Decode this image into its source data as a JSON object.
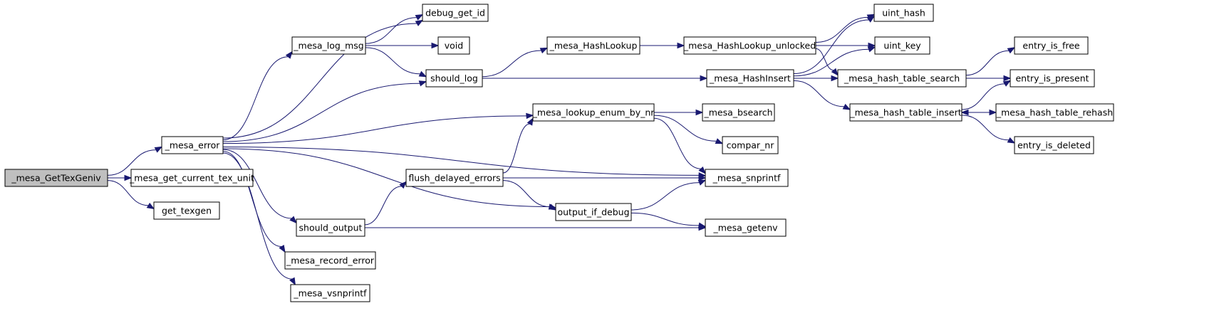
{
  "graph": {
    "colors": {
      "edge": "#191970",
      "root_fill": "#bfbfbf",
      "node_fill": "#ffffff",
      "node_stroke": "#000000"
    },
    "nodes": [
      {
        "id": "mesa_GetTexGeniv",
        "label": "_mesa_GetTexGeniv",
        "root": true
      },
      {
        "id": "mesa_error",
        "label": "_mesa_error"
      },
      {
        "id": "mesa_get_current_tex_unit",
        "label": "_mesa_get_current_tex_unit"
      },
      {
        "id": "get_texgen",
        "label": "get_texgen"
      },
      {
        "id": "debug_get_id",
        "label": "debug_get_id"
      },
      {
        "id": "mesa_log_msg",
        "label": "_mesa_log_msg"
      },
      {
        "id": "void",
        "label": "void"
      },
      {
        "id": "should_log",
        "label": "should_log"
      },
      {
        "id": "should_output",
        "label": "should_output"
      },
      {
        "id": "mesa_record_error",
        "label": "_mesa_record_error"
      },
      {
        "id": "mesa_vsnprintf",
        "label": "_mesa_vsnprintf"
      },
      {
        "id": "flush_delayed_errors",
        "label": "flush_delayed_errors"
      },
      {
        "id": "mesa_HashLookup",
        "label": "_mesa_HashLookup"
      },
      {
        "id": "mesa_lookup_enum_by_nr",
        "label": "_mesa_lookup_enum_by_nr"
      },
      {
        "id": "output_if_debug",
        "label": "output_if_debug"
      },
      {
        "id": "mesa_HashLookup_unlocked",
        "label": "_mesa_HashLookup_unlocked"
      },
      {
        "id": "mesa_HashInsert",
        "label": "_mesa_HashInsert"
      },
      {
        "id": "mesa_bsearch",
        "label": "_mesa_bsearch"
      },
      {
        "id": "compar_nr",
        "label": "compar_nr"
      },
      {
        "id": "mesa_snprintf",
        "label": "_mesa_snprintf"
      },
      {
        "id": "mesa_getenv",
        "label": "_mesa_getenv"
      },
      {
        "id": "uint_hash",
        "label": "uint_hash"
      },
      {
        "id": "uint_key",
        "label": "uint_key"
      },
      {
        "id": "mesa_hash_table_search",
        "label": "_mesa_hash_table_search"
      },
      {
        "id": "mesa_hash_table_insert",
        "label": "_mesa_hash_table_insert"
      },
      {
        "id": "entry_is_free",
        "label": "entry_is_free"
      },
      {
        "id": "entry_is_present",
        "label": "entry_is_present"
      },
      {
        "id": "mesa_hash_table_rehash",
        "label": "_mesa_hash_table_rehash"
      },
      {
        "id": "entry_is_deleted",
        "label": "entry_is_deleted"
      }
    ],
    "edges": [
      [
        "mesa_GetTexGeniv",
        "mesa_error"
      ],
      [
        "mesa_GetTexGeniv",
        "mesa_get_current_tex_unit"
      ],
      [
        "mesa_GetTexGeniv",
        "get_texgen"
      ],
      [
        "mesa_error",
        "debug_get_id"
      ],
      [
        "mesa_error",
        "mesa_log_msg"
      ],
      [
        "mesa_error",
        "should_log"
      ],
      [
        "mesa_error",
        "mesa_lookup_enum_by_nr"
      ],
      [
        "mesa_error",
        "mesa_snprintf"
      ],
      [
        "mesa_error",
        "output_if_debug"
      ],
      [
        "mesa_error",
        "should_output"
      ],
      [
        "mesa_error",
        "mesa_record_error"
      ],
      [
        "mesa_error",
        "mesa_vsnprintf"
      ],
      [
        "mesa_log_msg",
        "debug_get_id"
      ],
      [
        "mesa_log_msg",
        "void"
      ],
      [
        "mesa_log_msg",
        "should_log"
      ],
      [
        "should_log",
        "mesa_HashLookup"
      ],
      [
        "should_log",
        "mesa_HashInsert"
      ],
      [
        "mesa_HashLookup",
        "mesa_HashLookup_unlocked"
      ],
      [
        "mesa_HashLookup_unlocked",
        "uint_hash"
      ],
      [
        "mesa_HashLookup_unlocked",
        "uint_key"
      ],
      [
        "mesa_HashLookup_unlocked",
        "mesa_hash_table_search"
      ],
      [
        "mesa_HashInsert",
        "uint_hash"
      ],
      [
        "mesa_HashInsert",
        "uint_key"
      ],
      [
        "mesa_HashInsert",
        "mesa_hash_table_search"
      ],
      [
        "mesa_HashInsert",
        "mesa_hash_table_insert"
      ],
      [
        "mesa_hash_table_search",
        "entry_is_free"
      ],
      [
        "mesa_hash_table_search",
        "entry_is_present"
      ],
      [
        "mesa_hash_table_insert",
        "entry_is_present"
      ],
      [
        "mesa_hash_table_insert",
        "mesa_hash_table_rehash"
      ],
      [
        "mesa_hash_table_insert",
        "entry_is_deleted"
      ],
      [
        "mesa_hash_table_rehash",
        "mesa_hash_table_insert"
      ],
      [
        "mesa_lookup_enum_by_nr",
        "mesa_bsearch"
      ],
      [
        "mesa_lookup_enum_by_nr",
        "compar_nr"
      ],
      [
        "mesa_lookup_enum_by_nr",
        "mesa_snprintf"
      ],
      [
        "flush_delayed_errors",
        "mesa_lookup_enum_by_nr"
      ],
      [
        "flush_delayed_errors",
        "mesa_snprintf"
      ],
      [
        "flush_delayed_errors",
        "output_if_debug"
      ],
      [
        "output_if_debug",
        "mesa_snprintf"
      ],
      [
        "output_if_debug",
        "mesa_getenv"
      ],
      [
        "should_output",
        "flush_delayed_errors"
      ],
      [
        "should_output",
        "mesa_getenv"
      ]
    ]
  }
}
